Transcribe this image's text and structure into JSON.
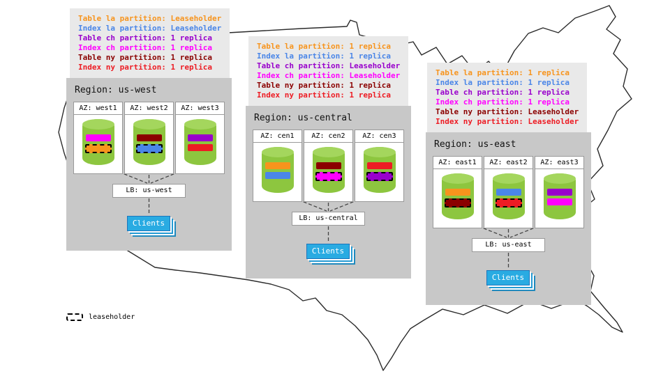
{
  "legend": {
    "label": "leaseholder"
  },
  "colors": {
    "table_la": "#f7941d",
    "index_la": "#4a86e8",
    "table_ch": "#9900cc",
    "index_ch": "#ff00ff",
    "table_ny": "#8b0000",
    "index_ny": "#ed1c24",
    "cylinder_green": "#8dc63f",
    "clients_blue": "#29abe2",
    "region_gray": "#c8c8c8",
    "annotation_gray": "#e9e9e9"
  },
  "regions": [
    {
      "title": "Region: us-west",
      "lb": "LB: us-west",
      "clients": "Clients",
      "annotations": [
        {
          "text": "Table la partition: Leaseholder",
          "color": "#f7941d"
        },
        {
          "text": "Index la partition: Leaseholder",
          "color": "#4a86e8"
        },
        {
          "text": "Table ch partition: 1 replica",
          "color": "#9900cc"
        },
        {
          "text": "Index ch partition: 1 replica",
          "color": "#ff00ff"
        },
        {
          "text": "Table ny partition: 1 replica",
          "color": "#8b0000"
        },
        {
          "text": "Index ny partition: 1 replica",
          "color": "#ed1c24"
        }
      ],
      "azs": [
        {
          "label": "AZ: west1",
          "bars": [
            {
              "partition": "Index ch",
              "color": "#ff00ff",
              "leaseholder": false
            },
            {
              "partition": "Table la",
              "color": "#f7941d",
              "leaseholder": true
            }
          ]
        },
        {
          "label": "AZ: west2",
          "bars": [
            {
              "partition": "Table ny",
              "color": "#8b0000",
              "leaseholder": false
            },
            {
              "partition": "Index la",
              "color": "#4a86e8",
              "leaseholder": true
            }
          ]
        },
        {
          "label": "AZ: west3",
          "bars": [
            {
              "partition": "Table ch",
              "color": "#9900cc",
              "leaseholder": false
            },
            {
              "partition": "Index ny",
              "color": "#ed1c24",
              "leaseholder": false
            }
          ]
        }
      ]
    },
    {
      "title": "Region: us-central",
      "lb": "LB: us-central",
      "clients": "Clients",
      "annotations": [
        {
          "text": "Table la partition: 1 replica",
          "color": "#f7941d"
        },
        {
          "text": "Index la partition: 1 replica",
          "color": "#4a86e8"
        },
        {
          "text": "Table ch partition: Leaseholder",
          "color": "#9900cc"
        },
        {
          "text": "Index ch partition: Leaseholder",
          "color": "#ff00ff"
        },
        {
          "text": "Table ny partition: 1 replica",
          "color": "#8b0000"
        },
        {
          "text": "Index ny partition: 1 replica",
          "color": "#ed1c24"
        }
      ],
      "azs": [
        {
          "label": "AZ: cen1",
          "bars": [
            {
              "partition": "Table la",
              "color": "#f7941d",
              "leaseholder": false
            },
            {
              "partition": "Index la",
              "color": "#4a86e8",
              "leaseholder": false
            }
          ]
        },
        {
          "label": "AZ: cen2",
          "bars": [
            {
              "partition": "Table ny",
              "color": "#8b0000",
              "leaseholder": false
            },
            {
              "partition": "Index ch",
              "color": "#ff00ff",
              "leaseholder": true
            }
          ]
        },
        {
          "label": "AZ: cen3",
          "bars": [
            {
              "partition": "Index ny",
              "color": "#ed1c24",
              "leaseholder": false
            },
            {
              "partition": "Table ch",
              "color": "#9900cc",
              "leaseholder": true
            }
          ]
        }
      ]
    },
    {
      "title": "Region: us-east",
      "lb": "LB: us-east",
      "clients": "Clients",
      "annotations": [
        {
          "text": "Table la partition: 1 replica",
          "color": "#f7941d"
        },
        {
          "text": "Index la partition: 1 replica",
          "color": "#4a86e8"
        },
        {
          "text": "Table ch partition: 1 replica",
          "color": "#9900cc"
        },
        {
          "text": "Index ch partition: 1 replica",
          "color": "#ff00ff"
        },
        {
          "text": "Table ny partition: Leaseholder",
          "color": "#8b0000"
        },
        {
          "text": "Index ny partition: Leaseholder",
          "color": "#ed1c24"
        }
      ],
      "azs": [
        {
          "label": "AZ: east1",
          "bars": [
            {
              "partition": "Table la",
              "color": "#f7941d",
              "leaseholder": false
            },
            {
              "partition": "Table ny",
              "color": "#8b0000",
              "leaseholder": true
            }
          ]
        },
        {
          "label": "AZ: east2",
          "bars": [
            {
              "partition": "Index la",
              "color": "#4a86e8",
              "leaseholder": false
            },
            {
              "partition": "Index ny",
              "color": "#ed1c24",
              "leaseholder": true
            }
          ]
        },
        {
          "label": "AZ: east3",
          "bars": [
            {
              "partition": "Table ch",
              "color": "#9900cc",
              "leaseholder": false
            },
            {
              "partition": "Index ch",
              "color": "#ff00ff",
              "leaseholder": false
            }
          ]
        }
      ]
    }
  ]
}
